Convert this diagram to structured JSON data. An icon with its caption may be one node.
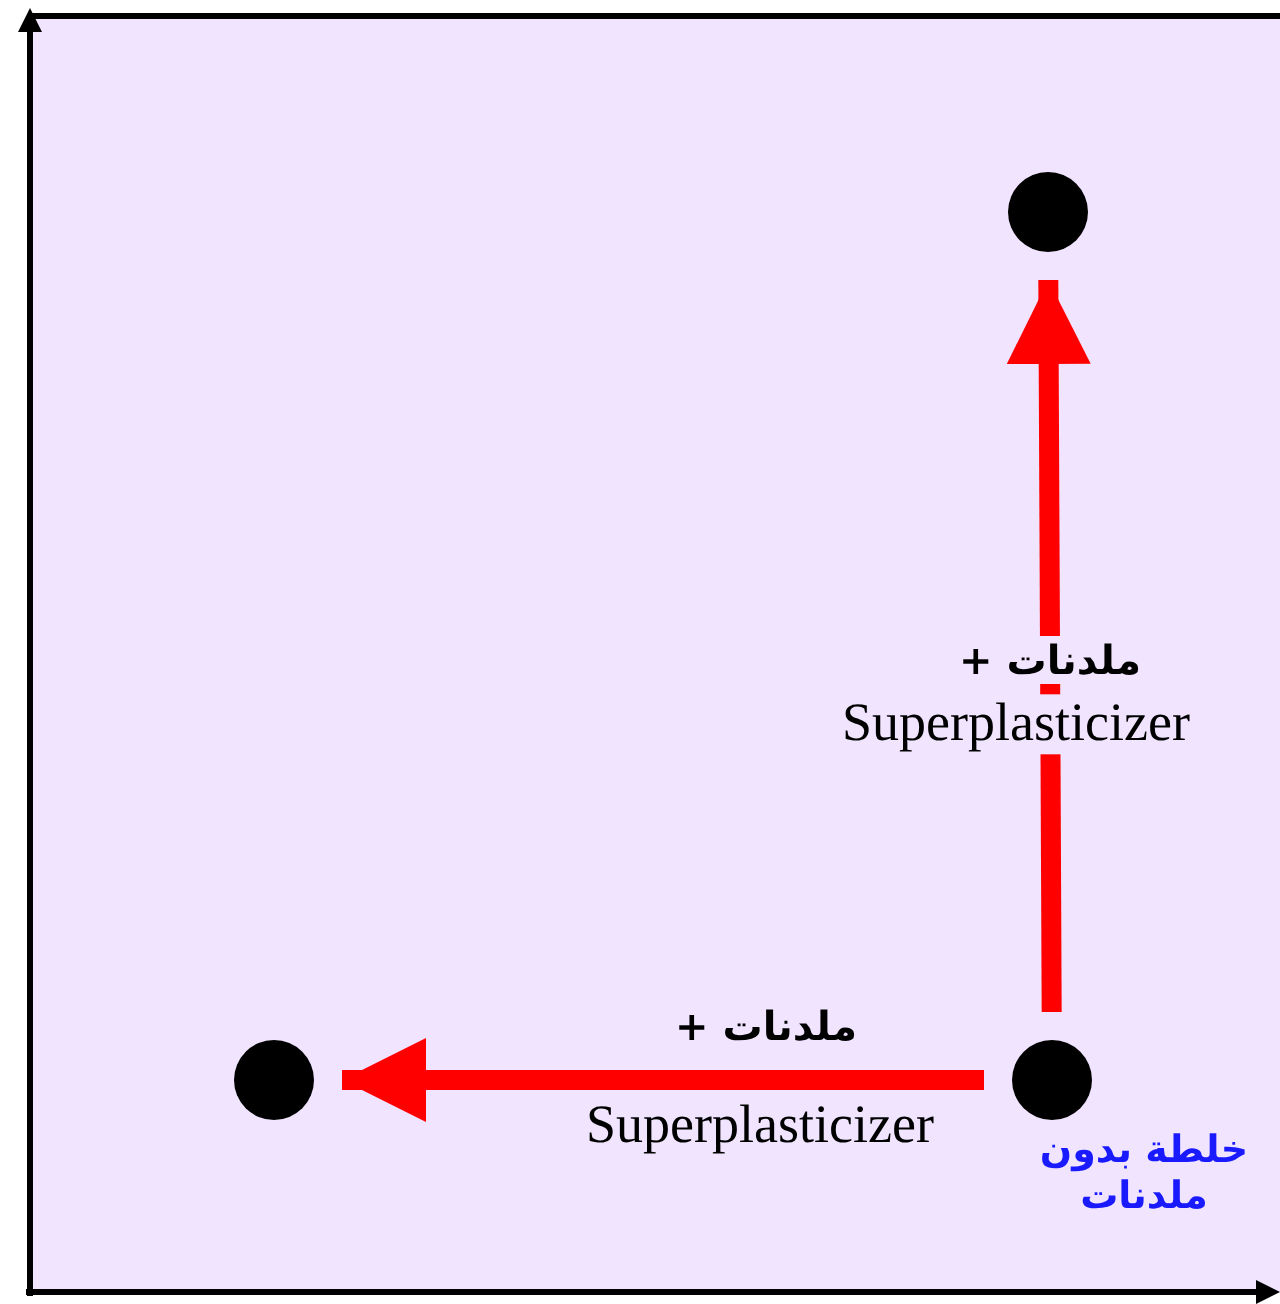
{
  "diagram": {
    "nodes": [
      {
        "text": [],
        "shape": "circle"
      },
      {
        "text": [],
        "shape": "circle",
        "beside": [
          "خلطة بدون ملدنات"
        ]
      },
      {
        "text": [],
        "shape": "circle"
      }
    ],
    "edges": [
      {
        "from": 1,
        "to": 2,
        "arrow": "to",
        "label": "ملدنات +"
      },
      {
        "from": 1,
        "to": 0,
        "arrow": "to",
        "label": "ملدنات +"
      }
    ],
    "labels": [
      "Superplasticizer",
      "Superplasticizer"
    ]
  }
}
